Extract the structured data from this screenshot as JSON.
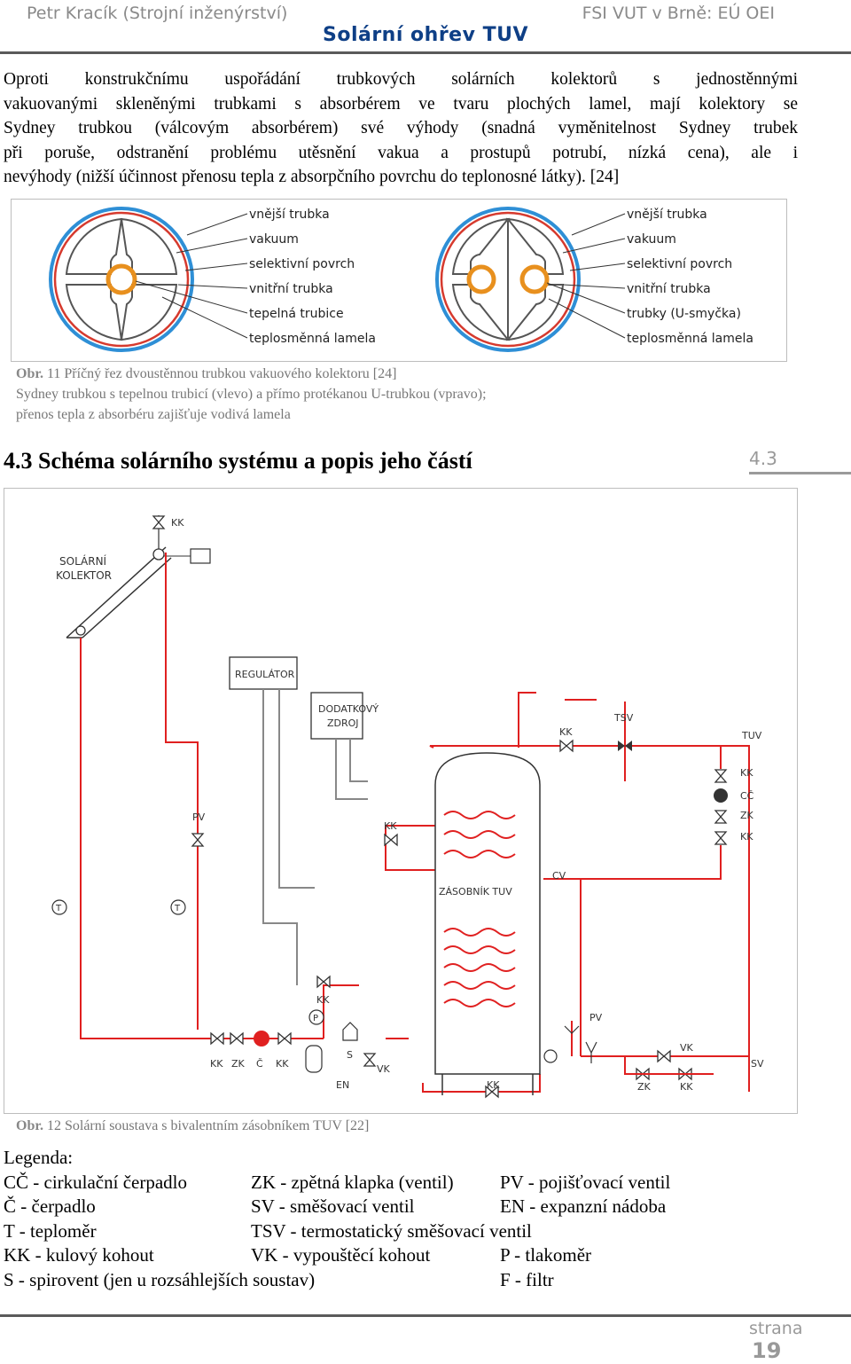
{
  "header": {
    "author": "Petr Kracík (Strojní inženýrství)",
    "school": "FSI VUT v Brně: EÚ OEI",
    "title": "Solární ohřev TUV"
  },
  "paragraph_lines": [
    "Oproti konstrukčnímu uspořádání trubkových solárních kolektorů s jednostěnnými",
    "vakuovanými skleněnými trubkami s absorbérem ve tvaru plochých lamel, mají kolektory se",
    "Sydney trubkou (válcovým absorbérem) své výhody (snadná vyměnitelnost Sydney trubek",
    "při poruše, odstranění problému utěsnění vakua a prostupů potrubí, nízká cena), ale i",
    "nevýhody (nižší účinnost přenosu tepla z absorpčního povrchu do teplonosné látky). [24]"
  ],
  "figure1": {
    "left_labels": [
      "vnější trubka",
      "vakuum",
      "selektivní povrch",
      "vnitřní trubka",
      "tepelná trubice",
      "teplosměnná lamela"
    ],
    "right_labels": [
      "vnější trubka",
      "vakuum",
      "selektivní povrch",
      "vnitřní trubka",
      "trubky (U-smyčka)",
      "teplosměnná lamela"
    ],
    "caption_prefix": "Obr.",
    "caption_lines": [
      "11 Příčný řez dvoustěnnou trubkou vakuového kolektoru [24]",
      "Sydney trubkou s tepelnou trubicí (vlevo) a přímo protékanou U-trubkou (vpravo);",
      "přenos tepla z absorbéru zajišťuje vodivá lamela"
    ]
  },
  "section": {
    "title": "4.3 Schéma solárního systému a popis jeho částí",
    "side_number": "4.3"
  },
  "figure2": {
    "labels": {
      "collector_1": "SOLÁRNÍ",
      "collector_2": "KOLEKTOR",
      "regulator": "REGULÁTOR",
      "aux_1": "DODATKOVÝ",
      "aux_2": "ZDROJ",
      "tank": "ZÁSOBNÍK TUV",
      "kk": "KK",
      "tsv": "TSV",
      "tuv": "TUV",
      "cc": "CČ",
      "zk": "ZK",
      "pv": "PV",
      "t": "T",
      "cv": "CV",
      "p": "P",
      "c": "Č",
      "s": "S",
      "vk": "VK",
      "en": "EN",
      "sv": "SV"
    },
    "caption_prefix": "Obr.",
    "caption": "12 Solární soustava s bivalentním zásobníkem TUV [22]"
  },
  "legend": {
    "title": "Legenda:",
    "rows": [
      [
        "CČ - cirkulační čerpadlo",
        "ZK - zpětná klapka (ventil)",
        "PV - pojišťovací ventil"
      ],
      [
        "Č - čerpadlo",
        "SV - směšovací ventil",
        "EN - expanzní nádoba"
      ],
      [
        "T - teploměr",
        "TSV - termostatický směšovací ventil",
        ""
      ],
      [
        "KK - kulový kohout",
        "VK - vypouštěcí kohout",
        "P - tlakoměr"
      ],
      [
        "S - spirovent (jen u rozsáhlejších soustav)",
        "",
        "F - filtr"
      ]
    ]
  },
  "footer": {
    "label": "strana",
    "page": "19"
  },
  "colors": {
    "title_blue": "#0e3f86",
    "pipe_red": "#e02020",
    "pipe_gray": "#888888",
    "ring_blue": "#2e8fd6",
    "ring_red": "#d63a2e",
    "orange": "#e8901e"
  }
}
